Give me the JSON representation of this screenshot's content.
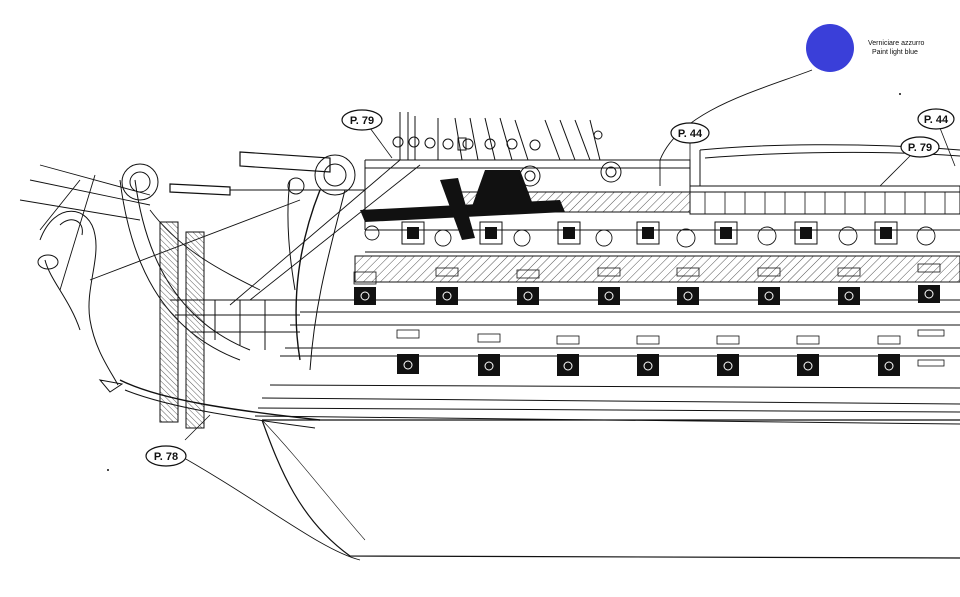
{
  "paint_note": {
    "line1": "Verniciare azzurro",
    "line2": "Paint light blue",
    "swatch_color": "#3a3fd9"
  },
  "callouts": [
    {
      "id": "p79-left",
      "label": "P. 79"
    },
    {
      "id": "p44-mid",
      "label": "P. 44"
    },
    {
      "id": "p44-right",
      "label": "P. 44"
    },
    {
      "id": "p79-right",
      "label": "P. 79"
    },
    {
      "id": "p78",
      "label": "P. 78"
    }
  ],
  "colors": {
    "ink": "#111111",
    "paper": "#ffffff",
    "hatch": "#555555"
  }
}
